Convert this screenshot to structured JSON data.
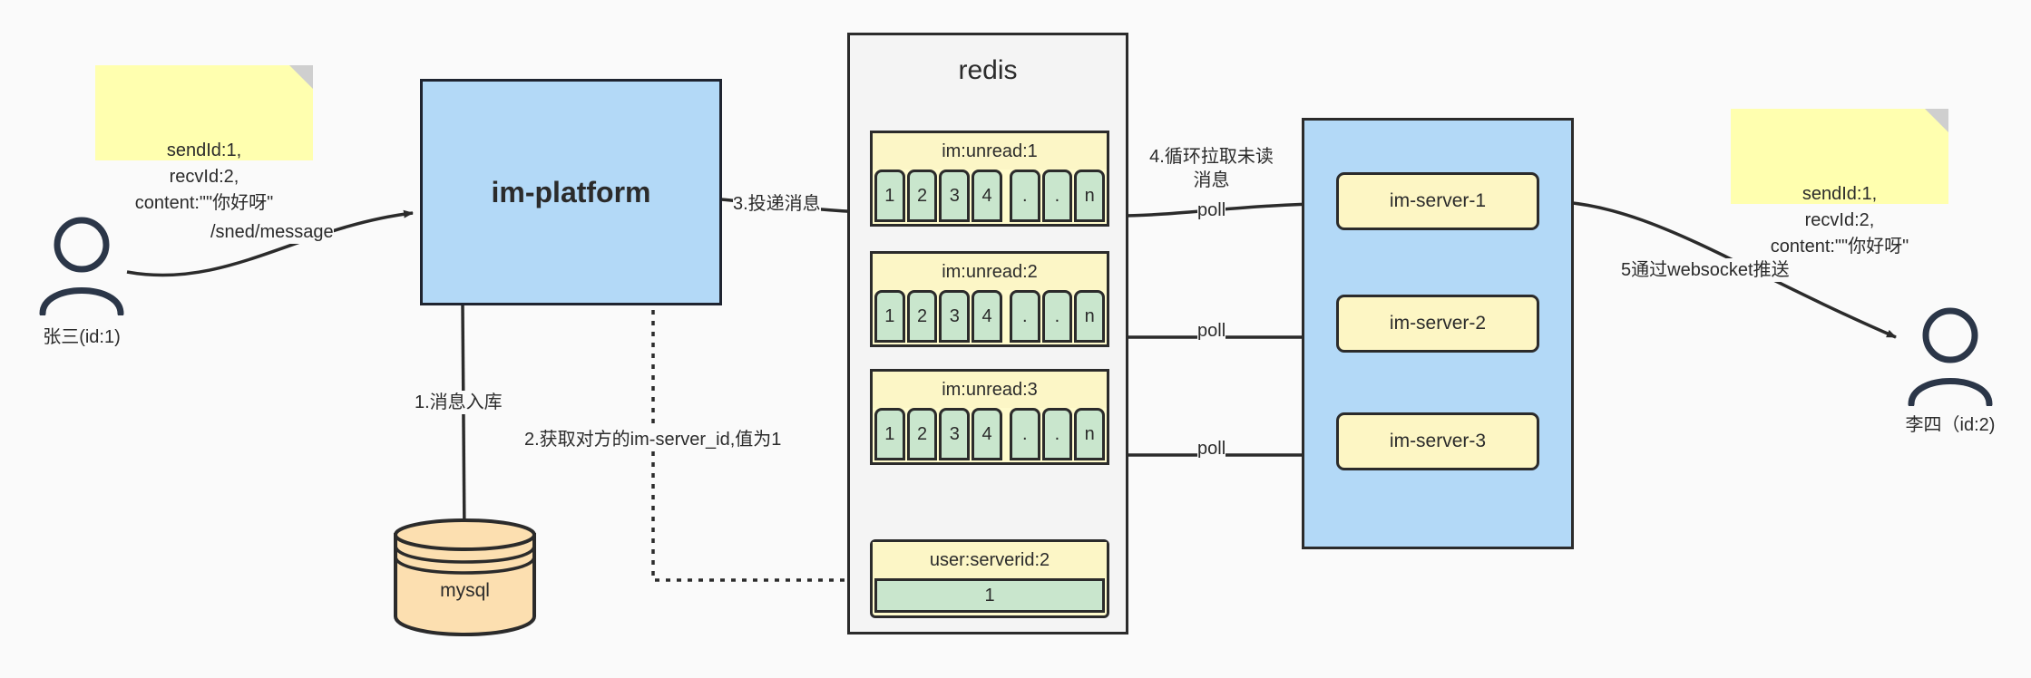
{
  "diagram": {
    "title": "IM message delivery architecture",
    "colors": {
      "background": "#fafafa",
      "sticky": "#ffffaf",
      "process_blue": "#b3d9f7",
      "redis_panel": "#f4f4f4",
      "key_yellow": "#fffbcc",
      "value_green": "#c9e6cd",
      "server_yellow": "#fdf6c4",
      "mysql_orange": "#fcdfb0",
      "stroke": "#2b2b2b"
    }
  },
  "notes": {
    "left": "sendId:1,\nrecvId:2,\ncontent:\"\"你好呀\"",
    "right": "sendId:1,\nrecvId:2,\ncontent:\"\"你好呀\""
  },
  "actors": {
    "sender": {
      "label": "张三(id:1)",
      "icon": "user-icon"
    },
    "receiver": {
      "label": "李四（id:2)",
      "icon": "user-icon"
    }
  },
  "platform": {
    "label": "im-platform"
  },
  "mysql": {
    "label": "mysql"
  },
  "redis": {
    "title": "redis",
    "groups": [
      {
        "key": "im:unread:1",
        "cells": [
          "1",
          "2",
          "3",
          "4",
          ".",
          ".",
          "n"
        ]
      },
      {
        "key": "im:unread:2",
        "cells": [
          "1",
          "2",
          "3",
          "4",
          ".",
          ".",
          "n"
        ]
      },
      {
        "key": "im:unread:3",
        "cells": [
          "1",
          "2",
          "3",
          "4",
          ".",
          ".",
          "n"
        ]
      }
    ],
    "serverid": {
      "key": "user:serverid:2",
      "value": "1"
    }
  },
  "cluster": {
    "servers": [
      {
        "label": "im-server-1"
      },
      {
        "label": "im-server-2"
      },
      {
        "label": "im-server-3"
      }
    ]
  },
  "edges": {
    "send_message": "/sned/message",
    "step1": "1.消息入库",
    "step2": "2.获取对方的im-server_id,值为1",
    "step3": "3.投递消息",
    "step4": "4.循环拉取未读消息",
    "poll1": "poll",
    "poll2": "poll",
    "poll3": "poll",
    "step5": "5通过websocket推送"
  }
}
